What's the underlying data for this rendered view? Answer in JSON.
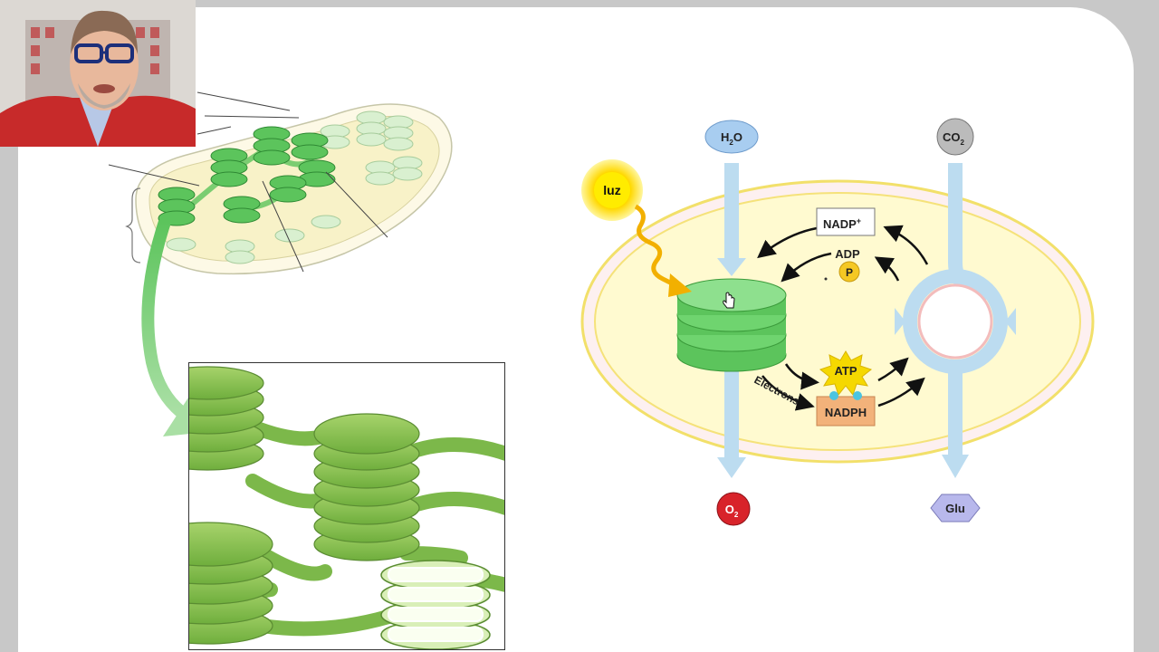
{
  "diagram": {
    "inputs": {
      "water": "H",
      "water_sub": "2",
      "water_tail": "O",
      "co2": "CO",
      "co2_sub": "2",
      "light": "luz"
    },
    "carriers": {
      "nadp": "NADP",
      "nadp_sup": "+",
      "adp": "ADP",
      "pi": "P",
      "atp": "ATP",
      "nadph": "NADPH",
      "electrons": "Electrons"
    },
    "outputs": {
      "oxygen": "O",
      "oxygen_sub": "2",
      "glucose": "Glu"
    }
  },
  "colors": {
    "thylakoid_green": "#5cc45c",
    "stroma_yellow": "#fff8c8",
    "flow_blue": "#bcdcf0",
    "oxygen_red": "#d8232a",
    "water_blue": "#a8cdf0",
    "atp_yellow": "#f5d800",
    "nadph_orange": "#f2b27a",
    "glucose_purple": "#b8b8ec"
  }
}
